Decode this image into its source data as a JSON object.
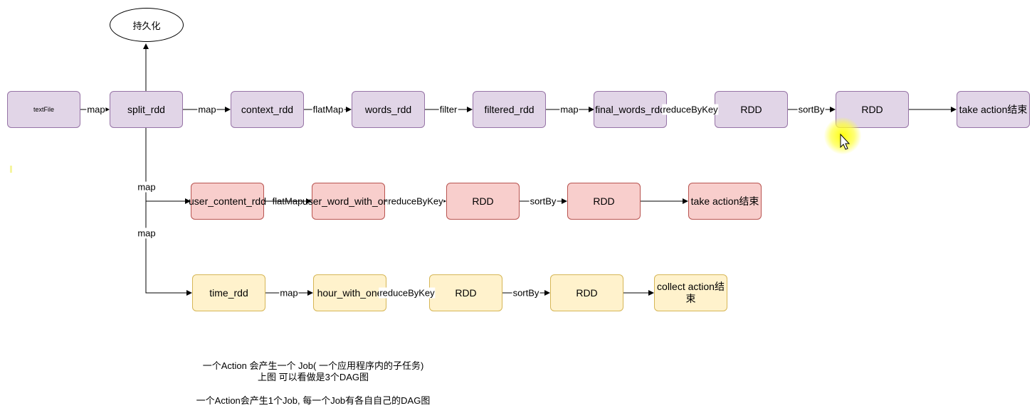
{
  "persist_label": "持久化",
  "nodes": {
    "textfile": "textFile",
    "split_rdd": "split_rdd",
    "context_rdd": "context_rdd",
    "words_rdd": "words_rdd",
    "filtered_rdd": "filtered_rdd",
    "final_words_rdd": "final_words_rdd",
    "rdd_1": "RDD",
    "rdd_2": "RDD",
    "take_action_1": "take action结束",
    "user_content_rdd": "user_content_rdd",
    "user_word_with_one": "user_word_with_one",
    "rdd_3": "RDD",
    "rdd_4": "RDD",
    "take_action_2": "take action结束",
    "time_rdd": "time_rdd",
    "hour_with_one": "hour_with_one",
    "rdd_5": "RDD",
    "rdd_6": "RDD",
    "collect_action_line1": "collect action结",
    "collect_action_line2": "束"
  },
  "edges": {
    "map_1": "map",
    "map_2": "map",
    "flatmap_1": "flatMap",
    "filter": "filter",
    "map_3": "map",
    "reducebykey_1": "reduceByKey",
    "sortby_1": "sortBy",
    "map_branch_1": "map",
    "map_branch_2": "map",
    "flatmap_2": "flatMap",
    "reducebykey_2": "reduceByKey",
    "sortby_2": "sortBy",
    "map_4": "map",
    "reducebykey_3": "reduceByKey",
    "sortby_3": "sortBy"
  },
  "notes": {
    "line1": "一个Action 会产生一个 Job( 一个应用程序内的子任务)",
    "line2": "上图 可以看做是3个DAG图",
    "line3": "一个Action会产生1个Job, 每一个Job有各自自己的DAG图"
  },
  "colors": {
    "purple_fill": "#e1d5e7",
    "purple_stroke": "#9673a6",
    "red_fill": "#f8cecc",
    "red_stroke": "#b85450",
    "yellow_fill": "#fff2cc",
    "yellow_stroke": "#d6b656"
  }
}
